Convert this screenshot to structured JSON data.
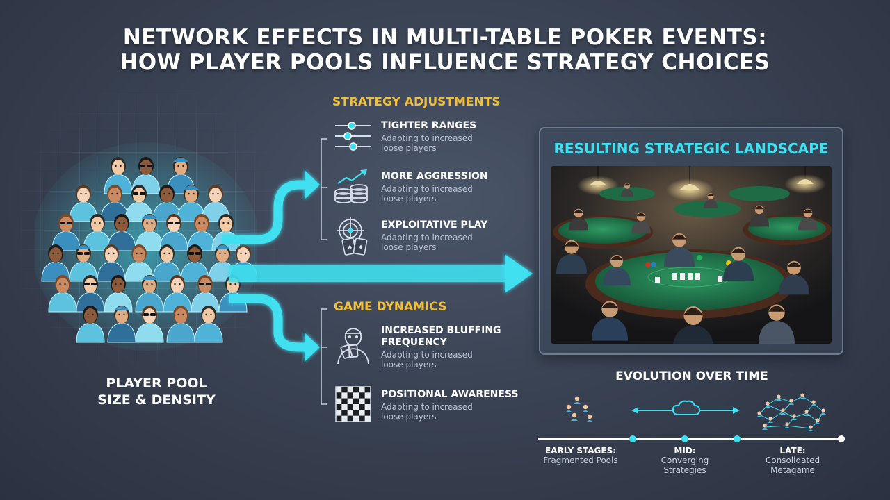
{
  "title": {
    "line1": "NETWORK EFFECTS IN MULTI-TABLE POKER EVENTS:",
    "line2": "HOW PLAYER POOLS INFLUENCE STRATEGY CHOICES"
  },
  "player_pool": {
    "label_line1": "PLAYER POOL",
    "label_line2": "SIZE & DENSITY"
  },
  "strategy_adjustments": {
    "heading": "STRATEGY ADJUSTMENTS",
    "items": [
      {
        "title": "TIGHTER RANGES",
        "sub": "Adapting to increased loose players",
        "icon": "sliders-icon"
      },
      {
        "title": "MORE AGGRESSION",
        "sub": "Adapting to increased loose players",
        "icon": "chip-stack-icon"
      },
      {
        "title": "EXPLOITATIVE PLAY",
        "sub": "Adapting to increased loose players",
        "icon": "target-cards-icon"
      }
    ]
  },
  "game_dynamics": {
    "heading": "GAME DYNAMICS",
    "items": [
      {
        "title": "INCREASED BLUFFING FREQUENCY",
        "sub": "Adapting to increased loose players",
        "icon": "bluffing-player-icon"
      },
      {
        "title": "POSITIONAL AWARENESS",
        "sub": "Adapting to increased loose players",
        "icon": "chessboard-icon"
      }
    ]
  },
  "landscape": {
    "heading": "RESULTING STRATEGIC LANDSCAPE"
  },
  "evolution": {
    "heading": "EVOLUTION OVER TIME",
    "stages": [
      {
        "name": "EARLY STAGES:",
        "desc": "Fragmented Pools"
      },
      {
        "name": "MID:",
        "desc": "Converging Strategies"
      },
      {
        "name": "LATE:",
        "desc": "Consolidated Metagame"
      }
    ]
  },
  "colors": {
    "cyan": "#3fe0f0",
    "gold": "#f2c037",
    "background": "#3a4354",
    "felt": "#1f7a4f"
  }
}
